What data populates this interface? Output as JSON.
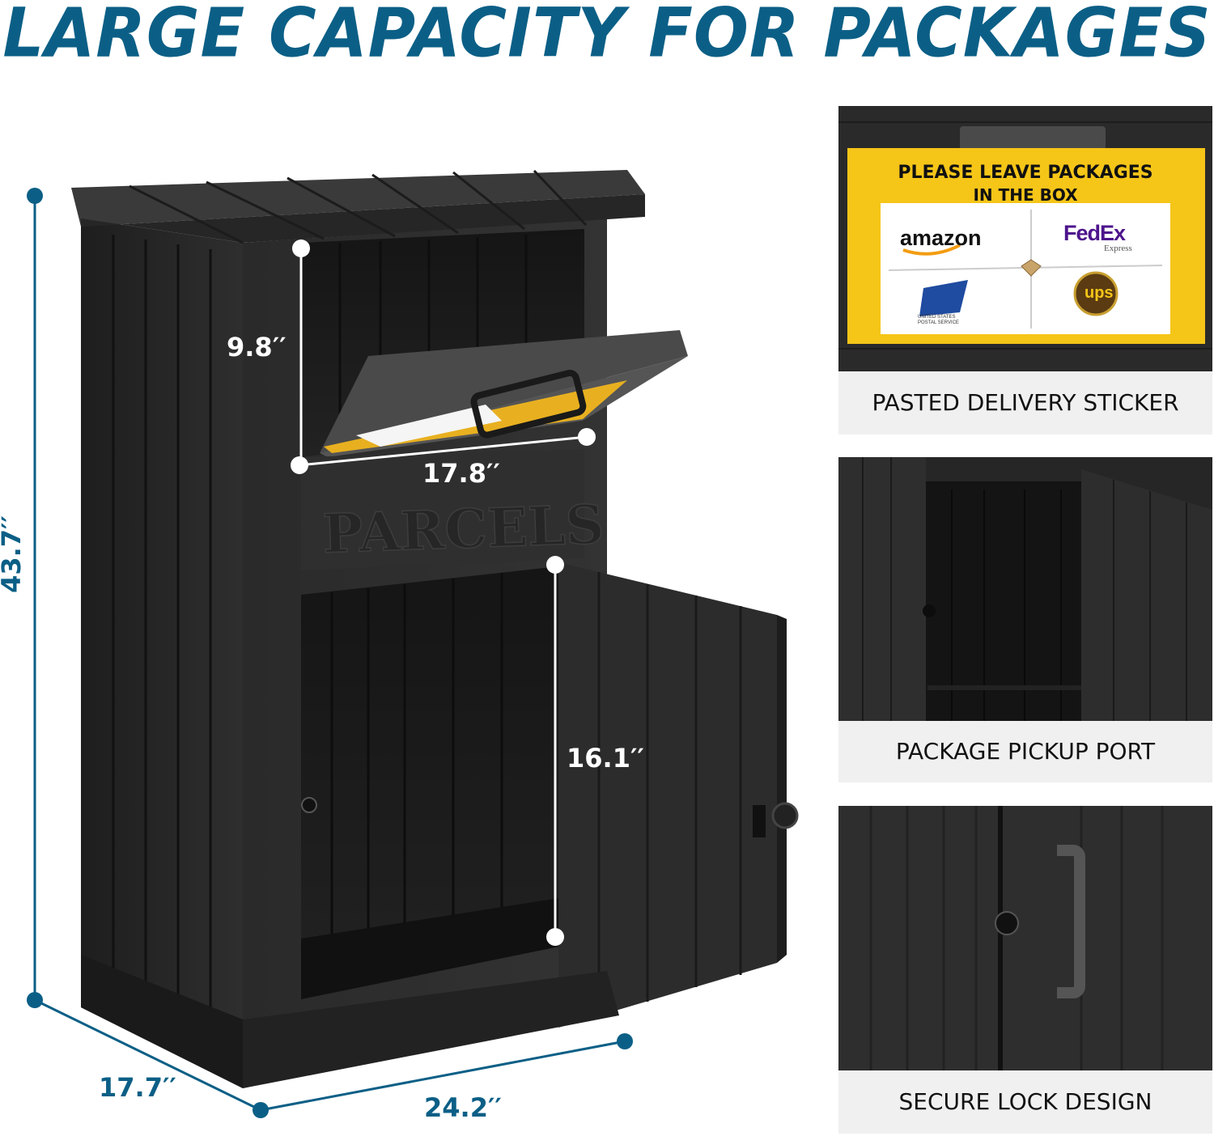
{
  "headline": "LARGE CAPACITY FOR PACKAGES",
  "colors": {
    "accent": "#0b5f86",
    "box": "#2b2b2b",
    "sticker_yellow": "#f5c518",
    "caption_bg": "#f0f0f0"
  },
  "product": {
    "engraving": "PARCELS"
  },
  "dimensions": {
    "slot_height": "9.8′′",
    "slot_width": "17.8′′",
    "door_height": "16.1′′",
    "total_height": "43.7′′",
    "depth": "17.7′′",
    "width": "24.2′′"
  },
  "sticker": {
    "line1": "PLEASE LEAVE PACKAGES",
    "line2": "IN THE BOX",
    "carriers": [
      "amazon",
      "FedEx",
      "Express",
      "UNITED STATES POSTAL SERVICE",
      "ups"
    ]
  },
  "panels": [
    {
      "caption": "PASTED DELIVERY STICKER"
    },
    {
      "caption": "PACKAGE PICKUP PORT"
    },
    {
      "caption": "SECURE LOCK DESIGN"
    }
  ]
}
